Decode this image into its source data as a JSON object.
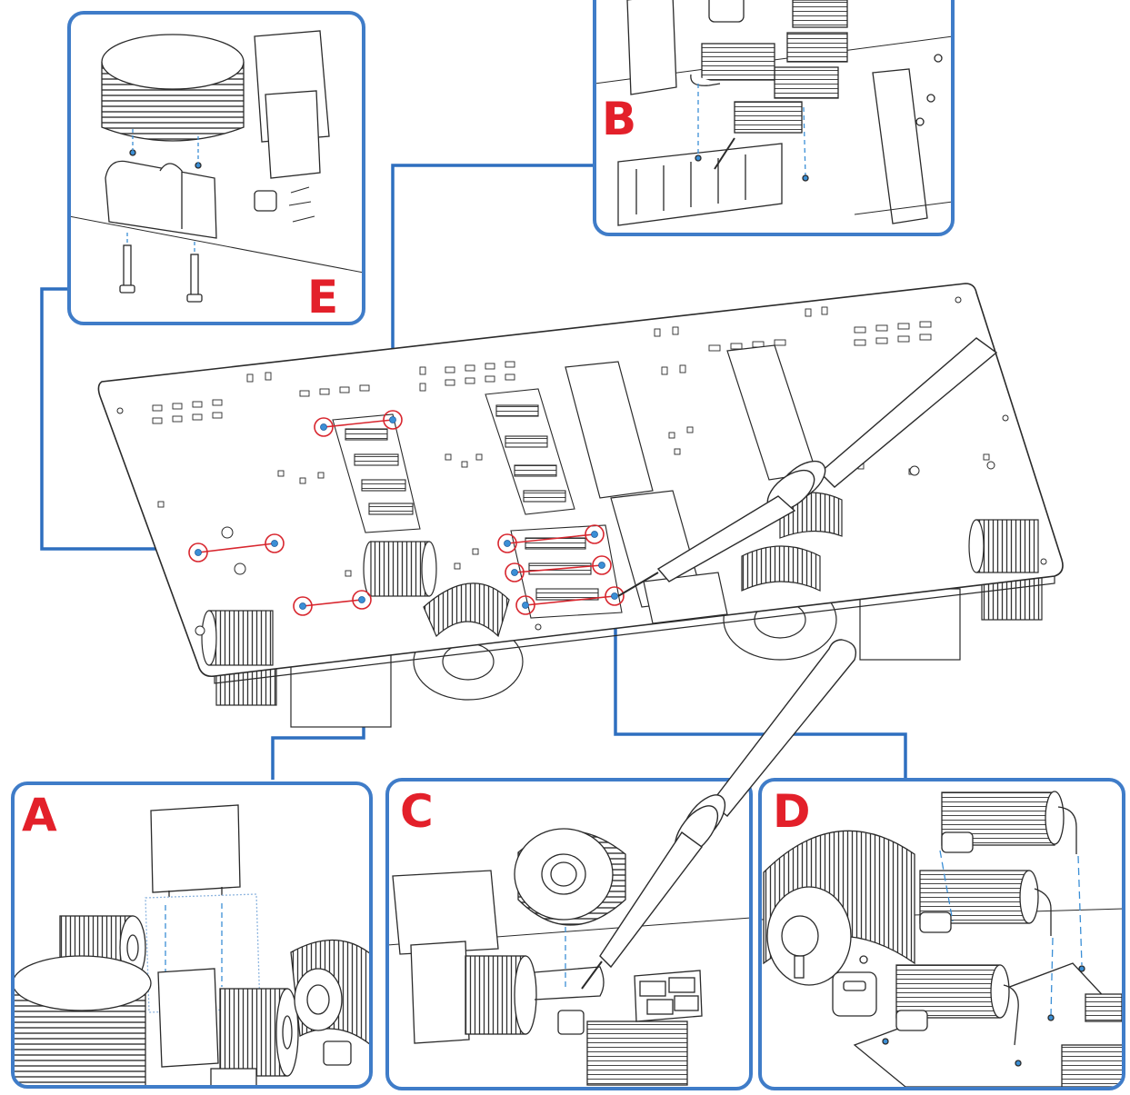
{
  "diagram": {
    "panels": [
      {
        "id": "A",
        "label": "A"
      },
      {
        "id": "B",
        "label": "B"
      },
      {
        "id": "C",
        "label": "C"
      },
      {
        "id": "D",
        "label": "D"
      },
      {
        "id": "E",
        "label": "E"
      }
    ]
  },
  "colors": {
    "frame": "#3f7cc8",
    "connector": "#2e6fbf",
    "label": "#e3202a",
    "marker": "#d8262e",
    "pad": "#3b8fd6",
    "line": "#2a2a2a"
  }
}
